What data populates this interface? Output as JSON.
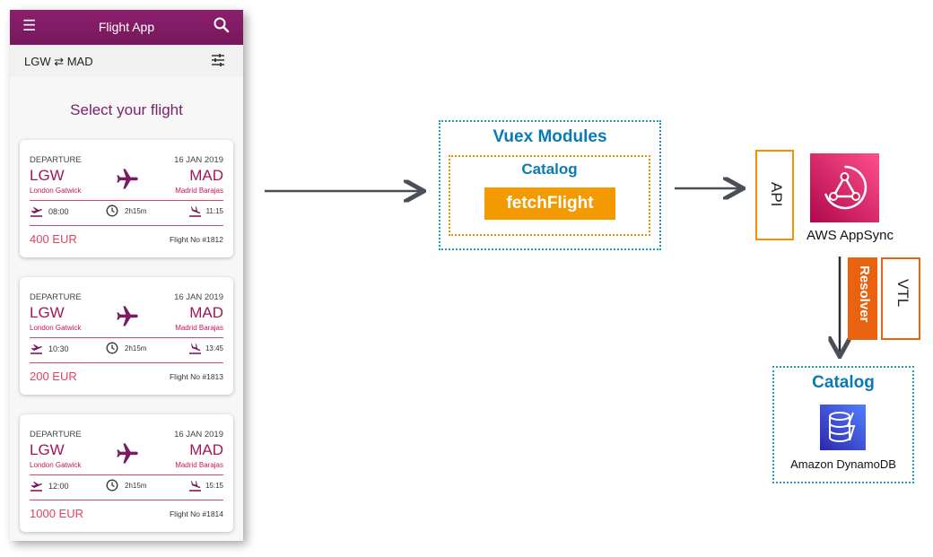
{
  "app": {
    "title": "Flight App",
    "route": "LGW ⇄ MAD",
    "heading": "Select your flight",
    "colors": {
      "bar": "#7d1a62",
      "accent": "#a2175a",
      "price": "#e0435a"
    }
  },
  "flights": [
    {
      "label": "DEPARTURE",
      "date": "16 JAN 2019",
      "from": "LGW",
      "from_name": "London Gatwick",
      "to": "MAD",
      "to_name": "Madrid Barajas",
      "depart": "08:00",
      "duration": "2h15m",
      "arrive": "11:15",
      "price": "400 EUR",
      "flight_no": "Flight No #1812"
    },
    {
      "label": "DEPARTURE",
      "date": "16 JAN 2019",
      "from": "LGW",
      "from_name": "London Gatwick",
      "to": "MAD",
      "to_name": "Madrid Barajas",
      "depart": "10:30",
      "duration": "2h15m",
      "arrive": "13:45",
      "price": "200 EUR",
      "flight_no": "Flight No #1813"
    },
    {
      "label": "DEPARTURE",
      "date": "16 JAN 2019",
      "from": "LGW",
      "from_name": "London Gatwick",
      "to": "MAD",
      "to_name": "Madrid Barajas",
      "depart": "12:00",
      "duration": "2h15m",
      "arrive": "15:15",
      "price": "1000 EUR",
      "flight_no": "Flight No #1814"
    }
  ],
  "diagram": {
    "vuex_title": "Vuex Modules",
    "catalog_module": "Catalog",
    "action": "fetchFlight",
    "api_label": "API",
    "appsync_label": "AWS AppSync",
    "resolver_label": "Resolver",
    "vtl_label": "VTL",
    "datasource_title": "Catalog",
    "dynamo_label": "Amazon DynamoDB",
    "colors": {
      "blue": "#0a7ab7",
      "orange": "#f39200",
      "resolver": "#e8620f",
      "appsync": "#d6204d",
      "dynamo": "#3b48cc"
    }
  }
}
